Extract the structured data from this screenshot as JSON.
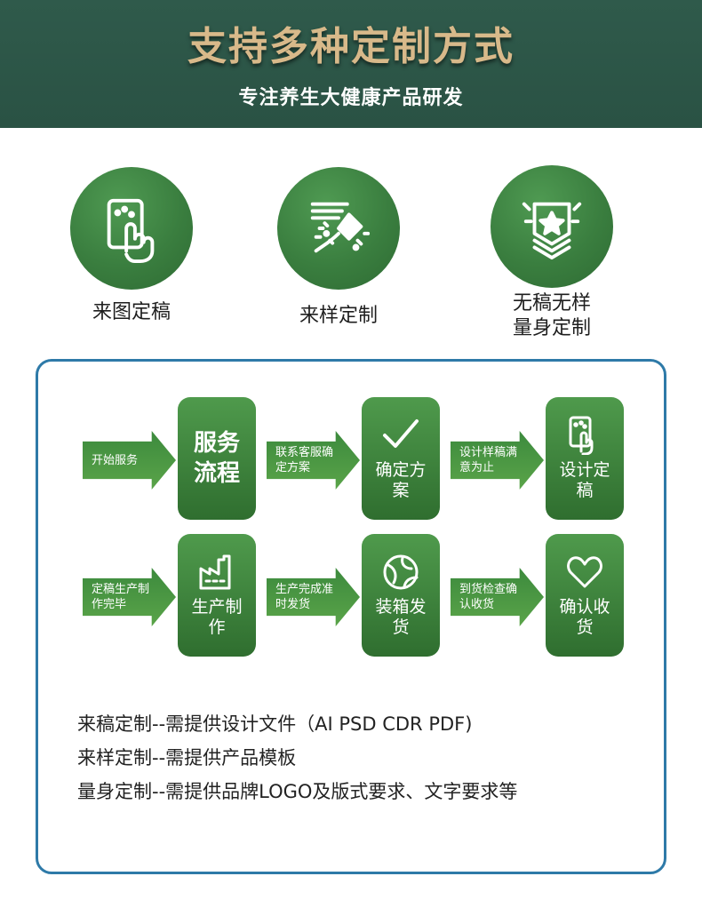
{
  "header": {
    "title": "支持多种定制方式",
    "subtitle": "专注养生大健康产品研发"
  },
  "methods": [
    {
      "icon": "hand-tap-icon",
      "label_line1": "来图定稿",
      "label_line2": ""
    },
    {
      "icon": "sample-spray-icon",
      "label_line1": "来样定制",
      "label_line2": ""
    },
    {
      "icon": "star-badge-icon",
      "label_line1": "无稿无样",
      "label_line2": "量身定制"
    }
  ],
  "process": {
    "row1": {
      "arrow1": "开始服务",
      "box1": "服务流程",
      "arrow2": "联系客服确定方案",
      "box2": "确定方案",
      "arrow3": "设计样稿满意为止",
      "box3": "设计定稿"
    },
    "row2": {
      "arrow1": "定稿生产制作完毕",
      "box1": "生产制作",
      "arrow2": "生产完成准时发货",
      "box2": "装箱发货",
      "arrow3": "到货检查确认收货",
      "box3": "确认收货"
    },
    "icons": {
      "box2_row1": "checkmark-icon",
      "box3_row1": "hand-tap-icon",
      "box1_row2": "factory-icon",
      "box2_row2": "globe-icon",
      "box3_row2": "heart-icon"
    }
  },
  "notes": [
    "来稿定制--需提供设计文件（AI PSD CDR PDF)",
    "来样定制--需提供产品模板",
    "量身定制--需提供品牌LOGO及版式要求、文字要求等"
  ],
  "colors": {
    "header_bg": "#2f5a4b",
    "title_gold": "#d8b98a",
    "green": "#3a7e3f",
    "panel_border": "#2e7aa8"
  }
}
